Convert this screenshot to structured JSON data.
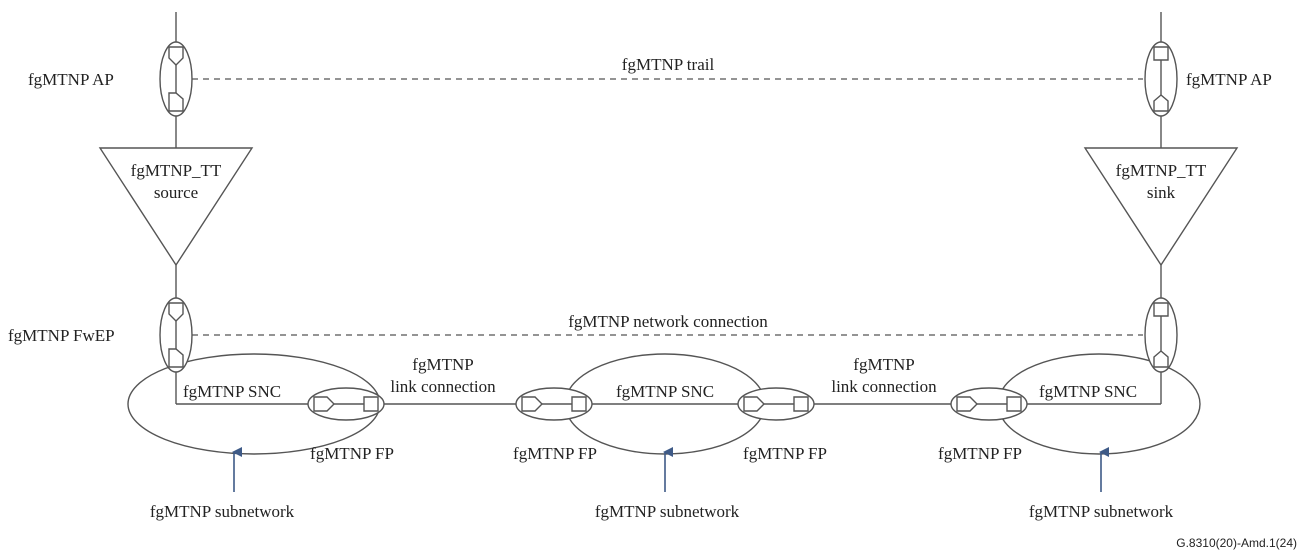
{
  "labels": {
    "ap_left": "fgMTNP AP",
    "ap_right": "fgMTNP AP",
    "trail": "fgMTNP trail",
    "tt_source_line1": "fgMTNP_TT",
    "tt_source_line2": "source",
    "tt_sink_line1": "fgMTNP_TT",
    "tt_sink_line2": "sink",
    "fwep": "fgMTNP FwEP",
    "network_connection": "fgMTNP network connection",
    "snc_left": "fgMTNP SNC",
    "snc_middle": "fgMTNP SNC",
    "snc_right": "fgMTNP SNC",
    "link1_line1": "fgMTNP",
    "link1_line2": "link connection",
    "link2_line1": "fgMTNP",
    "link2_line2": "link connection",
    "fp1": "fgMTNP FP",
    "fp2": "fgMTNP FP",
    "fp3": "fgMTNP FP",
    "fp4": "fgMTNP FP",
    "subnet_left": "fgMTNP subnetwork",
    "subnet_middle": "fgMTNP subnetwork",
    "subnet_right": "fgMTNP subnetwork",
    "figure_ref": "G.8310(20)-Amd.1(24)"
  },
  "colors": {
    "line": "#555555",
    "arrow": "#3e5a87",
    "text": "#222222"
  }
}
